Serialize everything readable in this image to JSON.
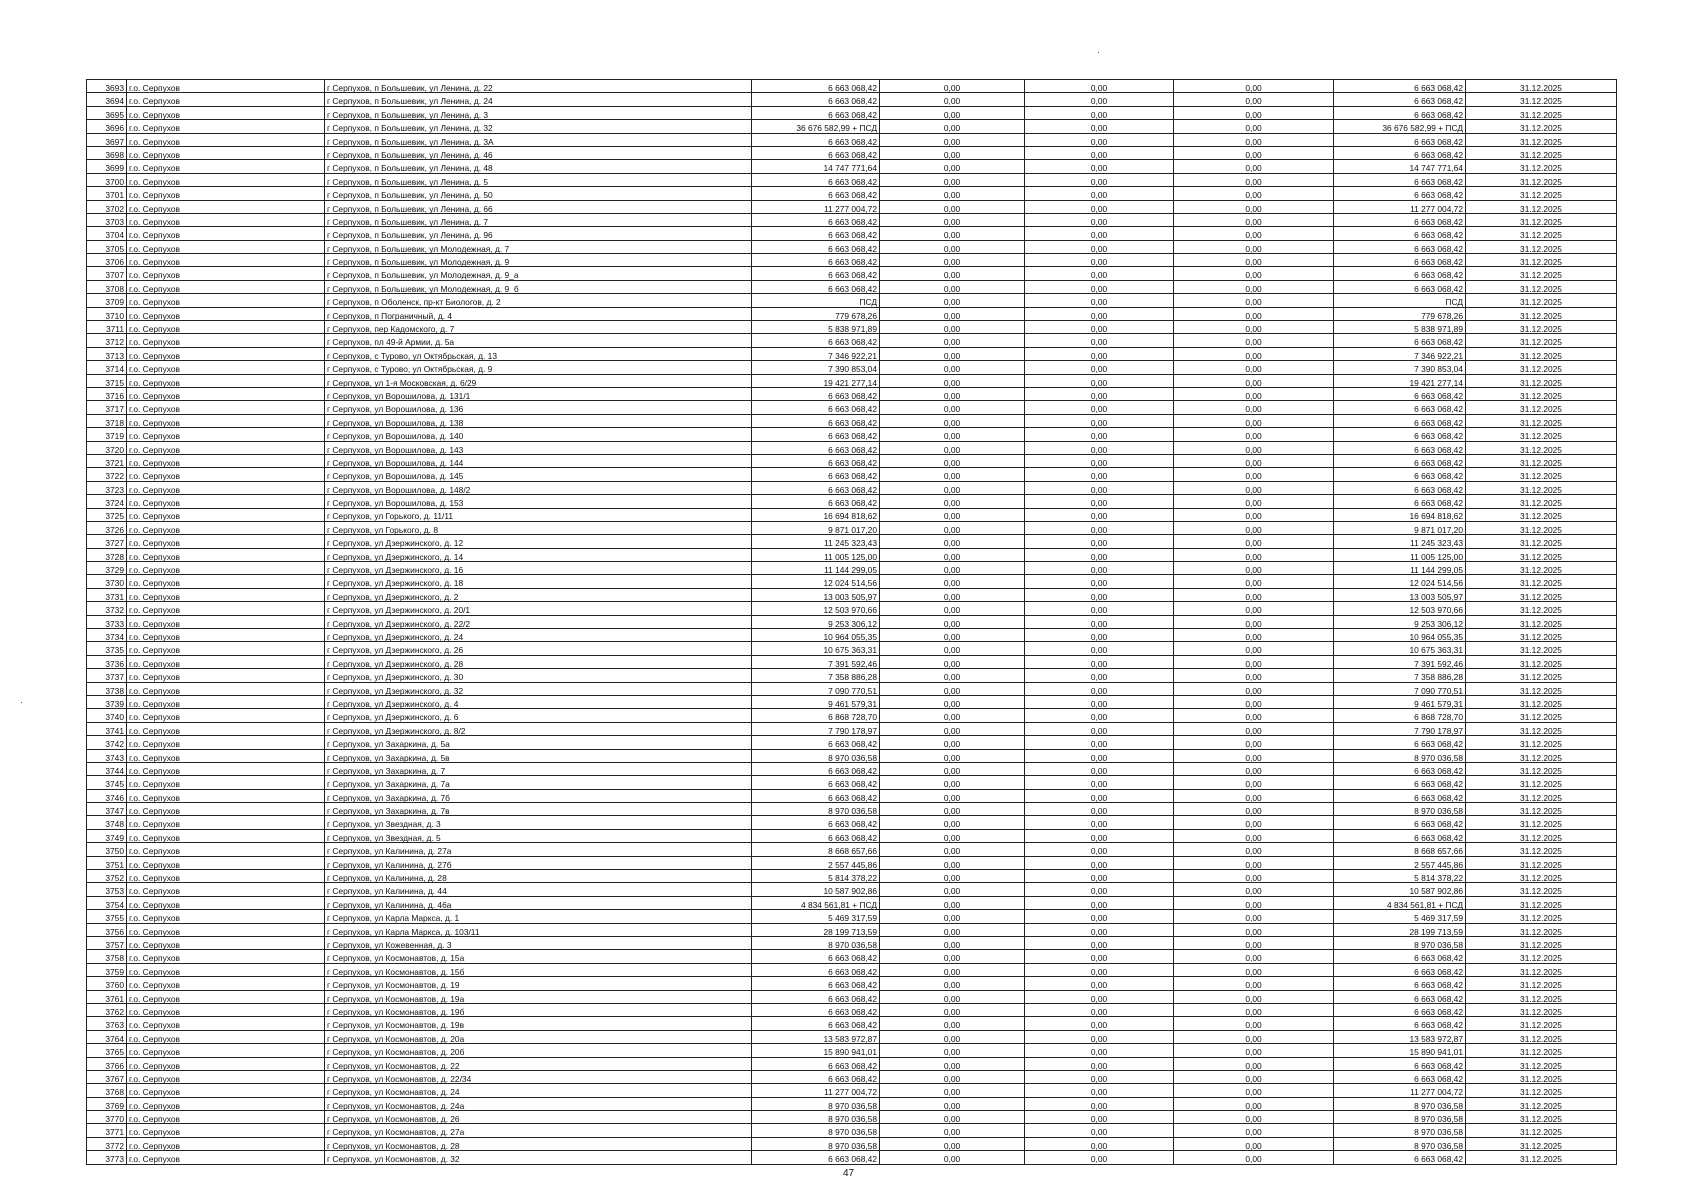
{
  "table": {
    "rows": [
      [
        "3693",
        "г.о. Серпухов",
        "г Серпухов, п Большевик, ул Ленина, д. 22",
        "6 663 068,42",
        "0,00",
        "0,00",
        "0,00",
        "6 663 068,42",
        "31.12.2025"
      ],
      [
        "3694",
        "г.о. Серпухов",
        "г Серпухов, п Большевик, ул Ленина, д. 24",
        "6 663 068,42",
        "0,00",
        "0,00",
        "0,00",
        "6 663 068,42",
        "31.12.2025"
      ],
      [
        "3695",
        "г.о. Серпухов",
        "г Серпухов, п Большевик, ул Ленина, д. 3",
        "6 663 068,42",
        "0,00",
        "0,00",
        "0,00",
        "6 663 068,42",
        "31.12.2025"
      ],
      [
        "3696",
        "г.о. Серпухов",
        "г Серпухов, п Большевик, ул Ленина, д. 32",
        "36 676 582,99 + ПСД",
        "0,00",
        "0,00",
        "0,00",
        "36 676 582,99 + ПСД",
        "31.12.2025"
      ],
      [
        "3697",
        "г.о. Серпухов",
        "г Серпухов, п Большевик, ул Ленина, д. 3А",
        "6 663 068,42",
        "0,00",
        "0,00",
        "0,00",
        "6 663 068,42",
        "31.12.2025"
      ],
      [
        "3698",
        "г.о. Серпухов",
        "г Серпухов, п Большевик, ул Ленина, д. 46",
        "6 663 068,42",
        "0,00",
        "0,00",
        "0,00",
        "6 663 068,42",
        "31.12.2025"
      ],
      [
        "3699",
        "г.о. Серпухов",
        "г Серпухов, п Большевик, ул Ленина, д. 48",
        "14 747 771,64",
        "0,00",
        "0,00",
        "0,00",
        "14 747 771,64",
        "31.12.2025"
      ],
      [
        "3700",
        "г.о. Серпухов",
        "г Серпухов, п Большевик, ул Ленина, д. 5",
        "6 663 068,42",
        "0,00",
        "0,00",
        "0,00",
        "6 663 068,42",
        "31.12.2025"
      ],
      [
        "3701",
        "г.о. Серпухов",
        "г Серпухов, п Большевик, ул Ленина, д. 50",
        "6 663 068,42",
        "0,00",
        "0,00",
        "0,00",
        "6 663 068,42",
        "31.12.2025"
      ],
      [
        "3702",
        "г.о. Серпухов",
        "г Серпухов, п Большевик, ул Ленина, д. 66",
        "11 277 004,72",
        "0,00",
        "0,00",
        "0,00",
        "11 277 004,72",
        "31.12.2025"
      ],
      [
        "3703",
        "г.о. Серпухов",
        "г Серпухов, п Большевик, ул Ленина, д. 7",
        "6 663 068,42",
        "0,00",
        "0,00",
        "0,00",
        "6 663 068,42",
        "31.12.2025"
      ],
      [
        "3704",
        "г.о. Серпухов",
        "г Серпухов, п Большевик, ул Ленина, д. 96",
        "6 663 068,42",
        "0,00",
        "0,00",
        "0,00",
        "6 663 068,42",
        "31.12.2025"
      ],
      [
        "3705",
        "г.о. Серпухов",
        "г Серпухов, п Большевик, ул Молодежная, д. 7",
        "6 663 068,42",
        "0,00",
        "0,00",
        "0,00",
        "6 663 068,42",
        "31.12.2025"
      ],
      [
        "3706",
        "г.о. Серпухов",
        "г Серпухов, п Большевик, ул Молодежная, д. 9",
        "6 663 068,42",
        "0,00",
        "0,00",
        "0,00",
        "6 663 068,42",
        "31.12.2025"
      ],
      [
        "3707",
        "г.о. Серпухов",
        "г Серпухов, п Большевик, ул Молодежная, д. 9_а",
        "6 663 068,42",
        "0,00",
        "0,00",
        "0,00",
        "6 663 068,42",
        "31.12.2025"
      ],
      [
        "3708",
        "г.о. Серпухов",
        "г Серпухов, п Большевик, ул Молодежная, д. 9_б",
        "6 663 068,42",
        "0,00",
        "0,00",
        "0,00",
        "6 663 068,42",
        "31.12.2025"
      ],
      [
        "3709",
        "г.о. Серпухов",
        "г Серпухов, п Оболенск, пр-кт Биологов, д. 2",
        "ПСД",
        "0,00",
        "0,00",
        "0,00",
        "ПСД",
        "31.12.2025"
      ],
      [
        "3710",
        "г.о. Серпухов",
        "г Серпухов, п Пограничный, д. 4",
        "779 678,26",
        "0,00",
        "0,00",
        "0,00",
        "779 678,26",
        "31.12.2025"
      ],
      [
        "3711",
        "г.о. Серпухов",
        "г Серпухов, пер Кадомского, д. 7",
        "5 838 971,89",
        "0,00",
        "0,00",
        "0,00",
        "5 838 971,89",
        "31.12.2025"
      ],
      [
        "3712",
        "г.о. Серпухов",
        "г Серпухов, пл 49-й Армии, д. 5а",
        "6 663 068,42",
        "0,00",
        "0,00",
        "0,00",
        "6 663 068,42",
        "31.12.2025"
      ],
      [
        "3713",
        "г.о. Серпухов",
        "г Серпухов, с Турово, ул Октябрьская, д. 13",
        "7 346 922,21",
        "0,00",
        "0,00",
        "0,00",
        "7 346 922,21",
        "31.12.2025"
      ],
      [
        "3714",
        "г.о. Серпухов",
        "г Серпухов, с Турово, ул Октябрьская, д. 9",
        "7 390 853,04",
        "0,00",
        "0,00",
        "0,00",
        "7 390 853,04",
        "31.12.2025"
      ],
      [
        "3715",
        "г.о. Серпухов",
        "г Серпухов, ул 1-я Московская, д. 6/29",
        "19 421 277,14",
        "0,00",
        "0,00",
        "0,00",
        "19 421 277,14",
        "31.12.2025"
      ],
      [
        "3716",
        "г.о. Серпухов",
        "г Серпухов, ул Ворошилова, д. 131/1",
        "6 663 068,42",
        "0,00",
        "0,00",
        "0,00",
        "6 663 068,42",
        "31.12.2025"
      ],
      [
        "3717",
        "г.о. Серпухов",
        "г Серпухов, ул Ворошилова, д. 136",
        "6 663 068,42",
        "0,00",
        "0,00",
        "0,00",
        "6 663 068,42",
        "31.12.2025"
      ],
      [
        "3718",
        "г.о. Серпухов",
        "г Серпухов, ул Ворошилова, д. 138",
        "6 663 068,42",
        "0,00",
        "0,00",
        "0,00",
        "6 663 068,42",
        "31.12.2025"
      ],
      [
        "3719",
        "г.о. Серпухов",
        "г Серпухов, ул Ворошилова, д. 140",
        "6 663 068,42",
        "0,00",
        "0,00",
        "0,00",
        "6 663 068,42",
        "31.12.2025"
      ],
      [
        "3720",
        "г.о. Серпухов",
        "г Серпухов, ул Ворошилова, д. 143",
        "6 663 068,42",
        "0,00",
        "0,00",
        "0,00",
        "6 663 068,42",
        "31.12.2025"
      ],
      [
        "3721",
        "г.о. Серпухов",
        "г Серпухов, ул Ворошилова, д. 144",
        "6 663 068,42",
        "0,00",
        "0,00",
        "0,00",
        "6 663 068,42",
        "31.12.2025"
      ],
      [
        "3722",
        "г.о. Серпухов",
        "г Серпухов, ул Ворошилова, д. 145",
        "6 663 068,42",
        "0,00",
        "0,00",
        "0,00",
        "6 663 068,42",
        "31.12.2025"
      ],
      [
        "3723",
        "г.о. Серпухов",
        "г Серпухов, ул Ворошилова, д. 148/2",
        "6 663 068,42",
        "0,00",
        "0,00",
        "0,00",
        "6 663 068,42",
        "31.12.2025"
      ],
      [
        "3724",
        "г.о. Серпухов",
        "г Серпухов, ул Ворошилова, д. 153",
        "6 663 068,42",
        "0,00",
        "0,00",
        "0,00",
        "6 663 068,42",
        "31.12.2025"
      ],
      [
        "3725",
        "г.о. Серпухов",
        "г Серпухов, ул Горького, д. 11/11",
        "16 694 818,62",
        "0,00",
        "0,00",
        "0,00",
        "16 694 818,62",
        "31.12.2025"
      ],
      [
        "3726",
        "г.о. Серпухов",
        "г Серпухов, ул Горького, д. 8",
        "9 871 017,20",
        "0,00",
        "0,00",
        "0,00",
        "9 871 017,20",
        "31.12.2025"
      ],
      [
        "3727",
        "г.о. Серпухов",
        "г Серпухов, ул Дзержинского, д. 12",
        "11 245 323,43",
        "0,00",
        "0,00",
        "0,00",
        "11 245 323,43",
        "31.12.2025"
      ],
      [
        "3728",
        "г.о. Серпухов",
        "г Серпухов, ул Дзержинского, д. 14",
        "11 005 125,00",
        "0,00",
        "0,00",
        "0,00",
        "11 005 125,00",
        "31.12.2025"
      ],
      [
        "3729",
        "г.о. Серпухов",
        "г Серпухов, ул Дзержинского, д. 16",
        "11 144 299,05",
        "0,00",
        "0,00",
        "0,00",
        "11 144 299,05",
        "31.12.2025"
      ],
      [
        "3730",
        "г.о. Серпухов",
        "г Серпухов, ул Дзержинского, д. 18",
        "12 024 514,56",
        "0,00",
        "0,00",
        "0,00",
        "12 024 514,56",
        "31.12.2025"
      ],
      [
        "3731",
        "г.о. Серпухов",
        "г Серпухов, ул Дзержинского, д. 2",
        "13 003 505,97",
        "0,00",
        "0,00",
        "0,00",
        "13 003 505,97",
        "31.12.2025"
      ],
      [
        "3732",
        "г.о. Серпухов",
        "г Серпухов, ул Дзержинского, д. 20/1",
        "12 503 970,66",
        "0,00",
        "0,00",
        "0,00",
        "12 503 970,66",
        "31.12.2025"
      ],
      [
        "3733",
        "г.о. Серпухов",
        "г Серпухов, ул Дзержинского, д. 22/2",
        "9 253 306,12",
        "0,00",
        "0,00",
        "0,00",
        "9 253 306,12",
        "31.12.2025"
      ],
      [
        "3734",
        "г.о. Серпухов",
        "г Серпухов, ул Дзержинского, д. 24",
        "10 964 055,35",
        "0,00",
        "0,00",
        "0,00",
        "10 964 055,35",
        "31.12.2025"
      ],
      [
        "3735",
        "г.о. Серпухов",
        "г Серпухов, ул Дзержинского, д. 26",
        "10 675 363,31",
        "0,00",
        "0,00",
        "0,00",
        "10 675 363,31",
        "31.12.2025"
      ],
      [
        "3736",
        "г.о. Серпухов",
        "г Серпухов, ул Дзержинского, д. 28",
        "7 391 592,46",
        "0,00",
        "0,00",
        "0,00",
        "7 391 592,46",
        "31.12.2025"
      ],
      [
        "3737",
        "г.о. Серпухов",
        "г Серпухов, ул Дзержинского, д. 30",
        "7 358 886,28",
        "0,00",
        "0,00",
        "0,00",
        "7 358 886,28",
        "31.12.2025"
      ],
      [
        "3738",
        "г.о. Серпухов",
        "г Серпухов, ул Дзержинского, д. 32",
        "7 090 770,51",
        "0,00",
        "0,00",
        "0,00",
        "7 090 770,51",
        "31.12.2025"
      ],
      [
        "3739",
        "г.о. Серпухов",
        "г Серпухов, ул Дзержинского, д. 4",
        "9 461 579,31",
        "0,00",
        "0,00",
        "0,00",
        "9 461 579,31",
        "31.12.2025"
      ],
      [
        "3740",
        "г.о. Серпухов",
        "г Серпухов, ул Дзержинского, д. 6",
        "6 868 728,70",
        "0,00",
        "0,00",
        "0,00",
        "6 868 728,70",
        "31.12.2025"
      ],
      [
        "3741",
        "г.о. Серпухов",
        "г Серпухов, ул Дзержинского, д. 8/2",
        "7 790 178,97",
        "0,00",
        "0,00",
        "0,00",
        "7 790 178,97",
        "31.12.2025"
      ],
      [
        "3742",
        "г.о. Серпухов",
        "г Серпухов, ул Захаркина, д. 5а",
        "6 663 068,42",
        "0,00",
        "0,00",
        "0,00",
        "6 663 068,42",
        "31.12.2025"
      ],
      [
        "3743",
        "г.о. Серпухов",
        "г Серпухов, ул Захаркина, д. 5в",
        "8 970 036,58",
        "0,00",
        "0,00",
        "0,00",
        "8 970 036,58",
        "31.12.2025"
      ],
      [
        "3744",
        "г.о. Серпухов",
        "г Серпухов, ул Захаркина, д. 7",
        "6 663 068,42",
        "0,00",
        "0,00",
        "0,00",
        "6 663 068,42",
        "31.12.2025"
      ],
      [
        "3745",
        "г.о. Серпухов",
        "г Серпухов, ул Захаркина, д. 7а",
        "6 663 068,42",
        "0,00",
        "0,00",
        "0,00",
        "6 663 068,42",
        "31.12.2025"
      ],
      [
        "3746",
        "г.о. Серпухов",
        "г Серпухов, ул Захаркина, д. 7б",
        "6 663 068,42",
        "0,00",
        "0,00",
        "0,00",
        "6 663 068,42",
        "31.12.2025"
      ],
      [
        "3747",
        "г.о. Серпухов",
        "г Серпухов, ул Захаркина, д. 7в",
        "8 970 036,58",
        "0,00",
        "0,00",
        "0,00",
        "8 970 036,58",
        "31.12.2025"
      ],
      [
        "3748",
        "г.о. Серпухов",
        "г Серпухов, ул Звездная, д. 3",
        "6 663 068,42",
        "0,00",
        "0,00",
        "0,00",
        "6 663 068,42",
        "31.12.2025"
      ],
      [
        "3749",
        "г.о. Серпухов",
        "г Серпухов, ул Звездная, д. 5",
        "6 663 068,42",
        "0,00",
        "0,00",
        "0,00",
        "6 663 068,42",
        "31.12.2025"
      ],
      [
        "3750",
        "г.о. Серпухов",
        "г Серпухов, ул Калинина, д. 27а",
        "8 668 657,66",
        "0,00",
        "0,00",
        "0,00",
        "8 668 657,66",
        "31.12.2025"
      ],
      [
        "3751",
        "г.о. Серпухов",
        "г Серпухов, ул Калинина, д. 27б",
        "2 557 445,86",
        "0,00",
        "0,00",
        "0,00",
        "2 557 445,86",
        "31.12.2025"
      ],
      [
        "3752",
        "г.о. Серпухов",
        "г Серпухов, ул Калинина, д. 28",
        "5 814 378,22",
        "0,00",
        "0,00",
        "0,00",
        "5 814 378,22",
        "31.12.2025"
      ],
      [
        "3753",
        "г.о. Серпухов",
        "г Серпухов, ул Калинина, д. 44",
        "10 587 902,86",
        "0,00",
        "0,00",
        "0,00",
        "10 587 902,86",
        "31.12.2025"
      ],
      [
        "3754",
        "г.о. Серпухов",
        "г Серпухов, ул Калинина, д. 46а",
        "4 834 561,81 + ПСД",
        "0,00",
        "0,00",
        "0,00",
        "4 834 561,81 + ПСД",
        "31.12.2025"
      ],
      [
        "3755",
        "г.о. Серпухов",
        "г Серпухов, ул Карла Маркса, д. 1",
        "5 469 317,59",
        "0,00",
        "0,00",
        "0,00",
        "5 469 317,59",
        "31.12.2025"
      ],
      [
        "3756",
        "г.о. Серпухов",
        "г Серпухов, ул Карла Маркса, д. 103/11",
        "28 199 713,59",
        "0,00",
        "0,00",
        "0,00",
        "28 199 713,59",
        "31.12.2025"
      ],
      [
        "3757",
        "г.о. Серпухов",
        "г Серпухов, ул Кожевенная, д. 3",
        "8 970 036,58",
        "0,00",
        "0,00",
        "0,00",
        "8 970 036,58",
        "31.12.2025"
      ],
      [
        "3758",
        "г.о. Серпухов",
        "г Серпухов, ул Космонавтов, д. 15а",
        "6 663 068,42",
        "0,00",
        "0,00",
        "0,00",
        "6 663 068,42",
        "31.12.2025"
      ],
      [
        "3759",
        "г.о. Серпухов",
        "г Серпухов, ул Космонавтов, д. 15б",
        "6 663 068,42",
        "0,00",
        "0,00",
        "0,00",
        "6 663 068,42",
        "31.12.2025"
      ],
      [
        "3760",
        "г.о. Серпухов",
        "г Серпухов, ул Космонавтов, д. 19",
        "6 663 068,42",
        "0,00",
        "0,00",
        "0,00",
        "6 663 068,42",
        "31.12.2025"
      ],
      [
        "3761",
        "г.о. Серпухов",
        "г Серпухов, ул Космонавтов, д. 19а",
        "6 663 068,42",
        "0,00",
        "0,00",
        "0,00",
        "6 663 068,42",
        "31.12.2025"
      ],
      [
        "3762",
        "г.о. Серпухов",
        "г Серпухов, ул Космонавтов, д. 19б",
        "6 663 068,42",
        "0,00",
        "0,00",
        "0,00",
        "6 663 068,42",
        "31.12.2025"
      ],
      [
        "3763",
        "г.о. Серпухов",
        "г Серпухов, ул Космонавтов, д. 19в",
        "6 663 068,42",
        "0,00",
        "0,00",
        "0,00",
        "6 663 068,42",
        "31.12.2025"
      ],
      [
        "3764",
        "г.о. Серпухов",
        "г Серпухов, ул Космонавтов, д. 20а",
        "13 583 972,87",
        "0,00",
        "0,00",
        "0,00",
        "13 583 972,87",
        "31.12.2025"
      ],
      [
        "3765",
        "г.о. Серпухов",
        "г Серпухов, ул Космонавтов, д. 20б",
        "15 890 941,01",
        "0,00",
        "0,00",
        "0,00",
        "15 890 941,01",
        "31.12.2025"
      ],
      [
        "3766",
        "г.о. Серпухов",
        "г Серпухов, ул Космонавтов, д. 22",
        "6 663 068,42",
        "0,00",
        "0,00",
        "0,00",
        "6 663 068,42",
        "31.12.2025"
      ],
      [
        "3767",
        "г.о. Серпухов",
        "г Серпухов, ул Космонавтов, д. 22/34",
        "6 663 068,42",
        "0,00",
        "0,00",
        "0,00",
        "6 663 068,42",
        "31.12.2025"
      ],
      [
        "3768",
        "г.о. Серпухов",
        "г Серпухов, ул Космонавтов, д. 24",
        "11 277 004,72",
        "0,00",
        "0,00",
        "0,00",
        "11 277 004,72",
        "31.12.2025"
      ],
      [
        "3769",
        "г.о. Серпухов",
        "г Серпухов, ул Космонавтов, д. 24а",
        "8 970 036,58",
        "0,00",
        "0,00",
        "0,00",
        "8 970 036,58",
        "31.12.2025"
      ],
      [
        "3770",
        "г.о. Серпухов",
        "г Серпухов, ул Космонавтов, д. 26",
        "8 970 036,58",
        "0,00",
        "0,00",
        "0,00",
        "8 970 036,58",
        "31.12.2025"
      ],
      [
        "3771",
        "г.о. Серпухов",
        "г Серпухов, ул Космонавтов, д. 27а",
        "8 970 036,58",
        "0,00",
        "0,00",
        "0,00",
        "8 970 036,58",
        "31.12.2025"
      ],
      [
        "3772",
        "г.о. Серпухов",
        "г Серпухов, ул Космонавтов, д. 28",
        "8 970 036,58",
        "0,00",
        "0,00",
        "0,00",
        "8 970 036,58",
        "31.12.2025"
      ],
      [
        "3773",
        "г.о. Серпухов",
        "г Серпухов, ул Космонавтов, д. 32",
        "6 663 068,42",
        "0,00",
        "0,00",
        "0,00",
        "6 663 068,42",
        "31.12.2025"
      ]
    ]
  },
  "footer": {
    "page_number": "47"
  }
}
